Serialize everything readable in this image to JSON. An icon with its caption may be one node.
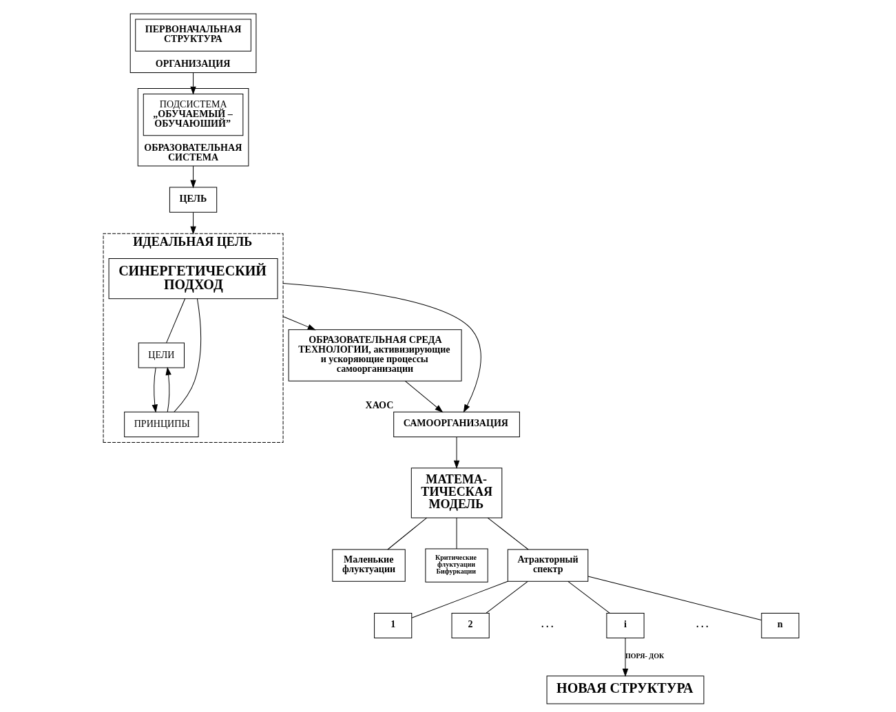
{
  "diagram": {
    "nodes": [
      {
        "text": [
          "ОРГАНИЗАЦИЯ"
        ]
      },
      {
        "text": [
          "ПЕРВОНАЧАЛЬНАЯ СТРУКТУРА"
        ],
        "in": 0
      },
      {
        "text": [
          "ОБРАЗОВАТЕЛЬНАЯ СИСТЕМА"
        ]
      },
      {
        "text": [
          "ПОДСИСТЕМА",
          "„ОБУЧАЕМЫЙ – ОБУЧАЮШИЙ”"
        ],
        "in": 2
      },
      {
        "text": [
          "ЦЕЛЬ"
        ]
      },
      {
        "text": [
          "ИДЕАЛЬНАЯ ЦЕЛЬ"
        ]
      },
      {
        "text": [
          "СИНЕРГЕТИЧЕСКИЙ ПОДХОД"
        ],
        "in": 5
      },
      {
        "text": [
          "ЦЕЛИ"
        ],
        "in": 5
      },
      {
        "text": [
          "ПРИНЦИПЫ"
        ],
        "in": 5
      },
      {
        "text": [
          "ОБРАЗОВАТЕЛЬНАЯ СРЕДА",
          "ТЕХНОЛОГИИ, активизирующие и ускоряющие процессы самоорганизации"
        ]
      },
      {
        "text": [
          "МАТЕМА- ТИЧЕСКАЯ МОДЕЛЬ"
        ]
      },
      {
        "text": [
          "САМООРГАНИЗАЦИЯ"
        ],
        "beside": [
          "ХАОС"
        ]
      },
      {
        "text": [
          "Маленькие флуктуации"
        ]
      },
      {
        "text": [
          "Критические флуктуации Бифуркации"
        ]
      },
      {
        "text": [
          "Атракторный спектр"
        ]
      },
      {
        "text": [
          "1"
        ]
      },
      {
        "text": [
          "2"
        ]
      },
      {
        "text": [
          "i"
        ]
      },
      {
        "text": [
          "n"
        ]
      },
      {
        "text": [
          "НОВАЯ СТРУКТУРА"
        ]
      }
    ],
    "edges": [
      {
        "from": 0,
        "to": 3,
        "arrow": "to"
      },
      {
        "from": 2,
        "to": 4,
        "arrow": "to"
      },
      {
        "from": 4,
        "to": 5,
        "arrow": "to"
      },
      {
        "from": 5,
        "to": 9,
        "arrow": "to"
      },
      {
        "from": 5,
        "to": 11,
        "arrow": "to"
      },
      {
        "from": 6,
        "to": 7,
        "arrow": "none"
      },
      {
        "from": 6,
        "to": 8,
        "arrow": "none"
      },
      {
        "from": 7,
        "to": 8,
        "arrow": "to"
      },
      {
        "from": 8,
        "to": 7,
        "arrow": "to"
      },
      {
        "from": 9,
        "to": 11,
        "arrow": "to"
      },
      {
        "from": 11,
        "to": 10,
        "arrow": "to"
      },
      {
        "from": 10,
        "to": 12,
        "arrow": "none"
      },
      {
        "from": 10,
        "to": 13,
        "arrow": "none"
      },
      {
        "from": 10,
        "to": 14,
        "arrow": "none"
      },
      {
        "from": 14,
        "to": 15,
        "arrow": "none"
      },
      {
        "from": 14,
        "to": 16,
        "arrow": "none"
      },
      {
        "from": 14,
        "to": 17,
        "arrow": "none"
      },
      {
        "from": 14,
        "to": 18,
        "arrow": "none"
      },
      {
        "from": 17,
        "to": 19,
        "arrow": "to",
        "label": "ПОРЯ- ДОК"
      }
    ],
    "labels": [
      ". . .",
      ". . ."
    ]
  }
}
